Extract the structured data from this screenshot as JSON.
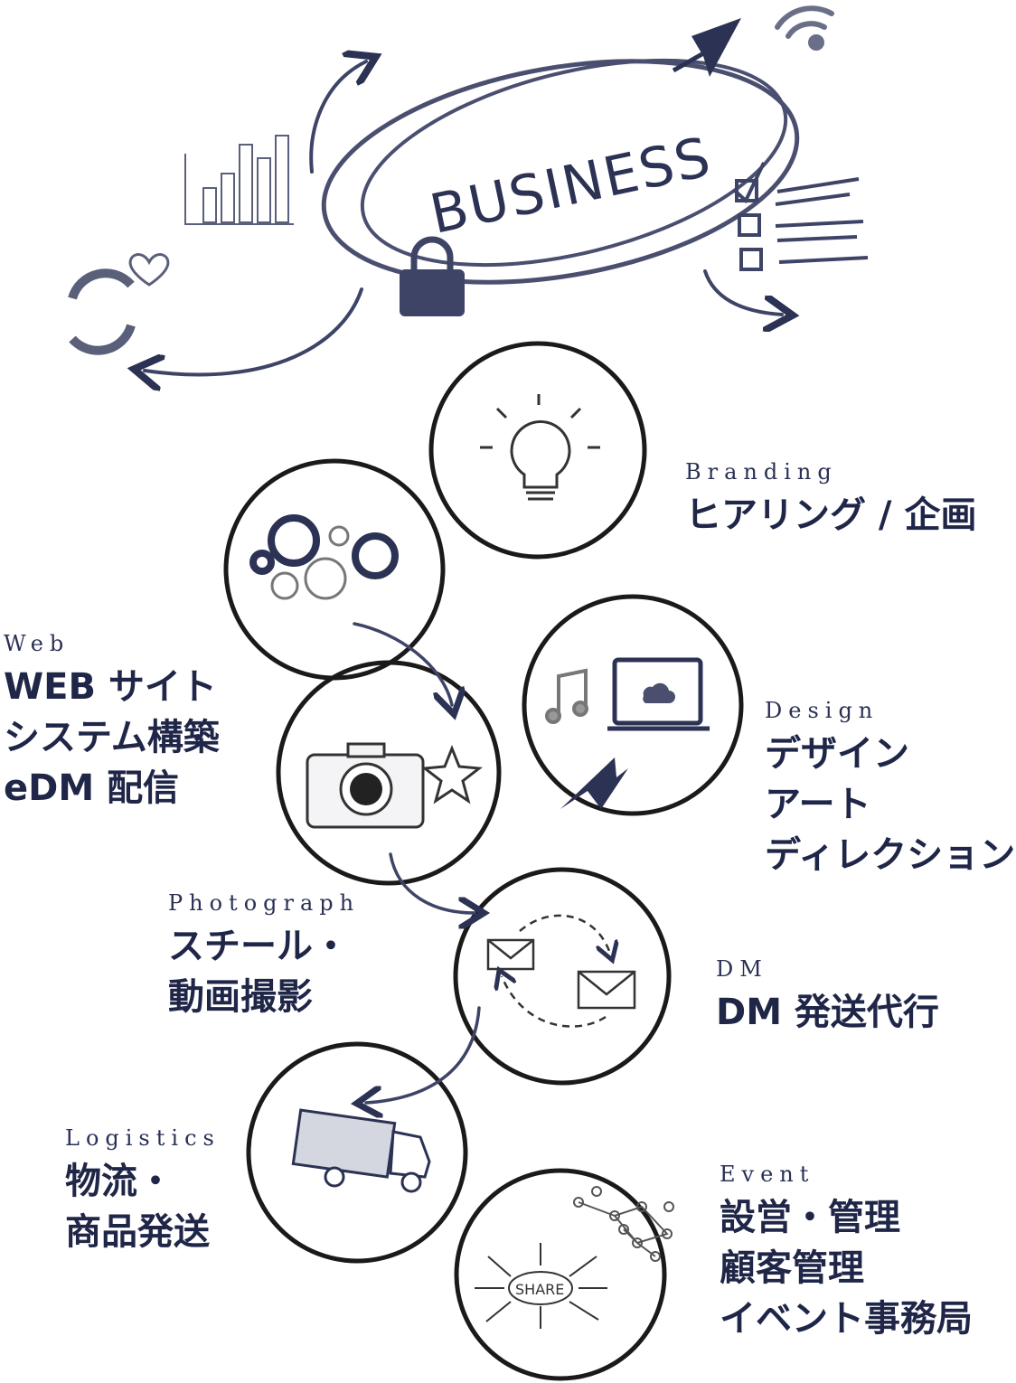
{
  "header": {
    "business_word": "BUSINESS"
  },
  "event_icon_word": "SHARE",
  "services": {
    "branding": {
      "en": "Branding",
      "lines": [
        "ヒアリング / 企画"
      ]
    },
    "web": {
      "en": "Web",
      "lines": [
        "WEB サイト",
        "システム構築",
        "eDM 配信"
      ]
    },
    "design": {
      "en": "Design",
      "lines": [
        "デザイン",
        "アート",
        "ディレクション"
      ]
    },
    "photograph": {
      "en": "Photograph",
      "lines": [
        "スチール・",
        "動画撮影"
      ]
    },
    "dm": {
      "en": "DM",
      "lines": [
        "DM 発送代行"
      ]
    },
    "logistics": {
      "en": "Logistics",
      "lines": [
        "物流・",
        "商品発送"
      ]
    },
    "event": {
      "en": "Event",
      "lines": [
        "設営・管理",
        "顧客管理",
        "イベント事務局"
      ]
    }
  },
  "colors": {
    "ink": "#2c3254",
    "circle": "#1a1a1a",
    "text": "#1f2647"
  }
}
